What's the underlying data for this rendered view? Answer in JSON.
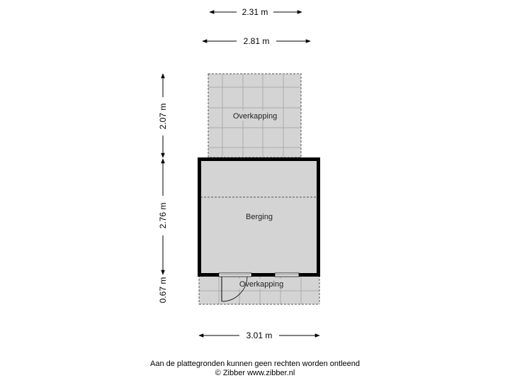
{
  "dimensions": {
    "top_inner_width": "2.31 m",
    "top_outer_width": "2.81 m",
    "bottom_width": "3.01 m",
    "left_top_height": "2.07 m",
    "left_mid_height": "2.76 m",
    "left_bottom_height": "0.67 m"
  },
  "rooms": {
    "top_canopy": "Overkapping",
    "storage": "Berging",
    "bottom_canopy": "Overkapping"
  },
  "footer": {
    "disclaimer": "Aan de plattegronden kunnen geen rechten worden ontleend",
    "copyright": "© Zibber www.zibber.nl"
  },
  "colors": {
    "floor_fill": "#d4d4d4",
    "tile_lines": "#ababab",
    "wall": "#000000",
    "dashed_outline": "#555555"
  }
}
